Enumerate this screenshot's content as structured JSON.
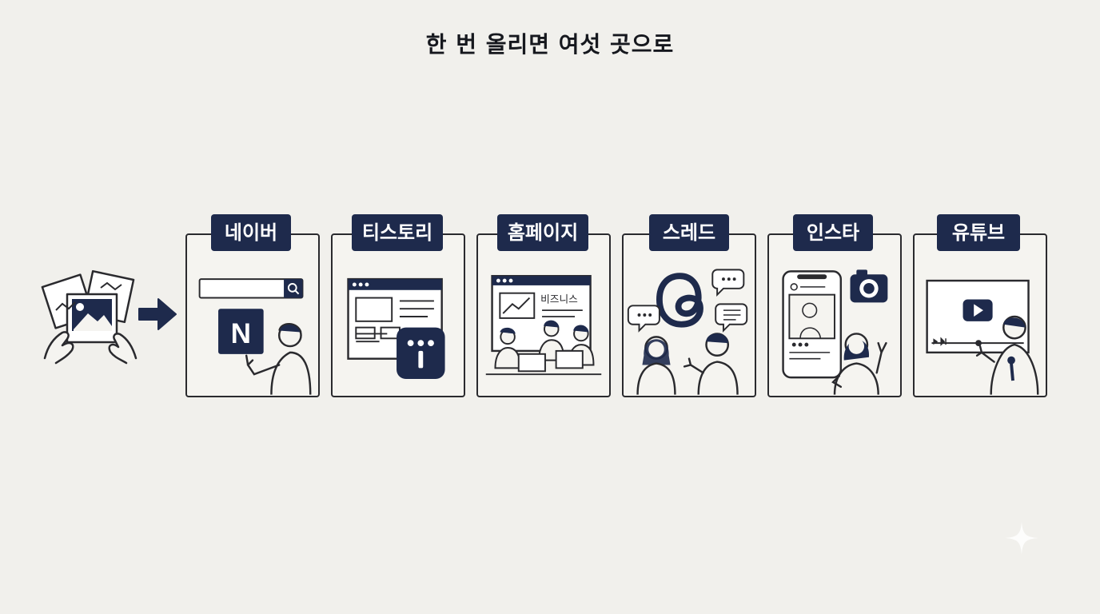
{
  "title": "한 번 올리면 여섯 곳으로",
  "channels": [
    {
      "label": "네이버",
      "icon": "naver-search-icon"
    },
    {
      "label": "티스토리",
      "icon": "tistory-blog-icon"
    },
    {
      "label": "홈페이지",
      "icon": "homepage-web-icon",
      "panel_text": "비즈니스"
    },
    {
      "label": "스레드",
      "icon": "threads-icon"
    },
    {
      "label": "인스타",
      "icon": "instagram-camera-icon"
    },
    {
      "label": "유튜브",
      "icon": "youtube-play-icon"
    }
  ],
  "naver_logo_letter": "N",
  "colors": {
    "navy": "#1e2a4c",
    "ink": "#2a2a2e",
    "background": "#f1f0ec"
  }
}
